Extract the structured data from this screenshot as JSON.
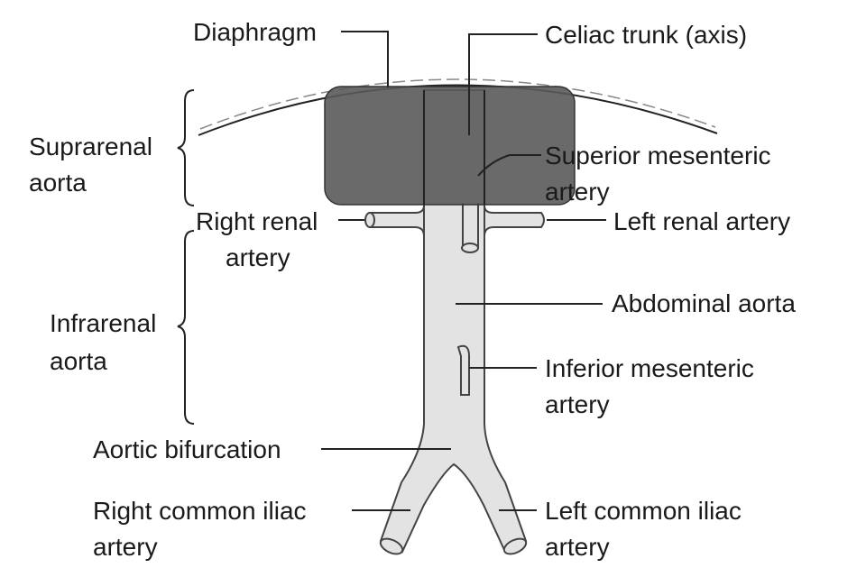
{
  "labels": {
    "diaphragm": "Diaphragm",
    "celiac": "Celiac trunk (axis)",
    "suprarenal_1": "Suprarenal",
    "suprarenal_2": "aorta",
    "sma_1": "Superior mesenteric",
    "sma_2": "artery",
    "right_renal_1": "Right renal",
    "right_renal_2": "artery",
    "left_renal": "Left renal artery",
    "abdominal": "Abdominal aorta",
    "infrarenal_1": "Infrarenal",
    "infrarenal_2": "aorta",
    "ima_1": "Inferior mesenteric",
    "ima_2": "artery",
    "bifurcation": "Aortic bifurcation",
    "right_iliac_1": "Right common iliac",
    "right_iliac_2": "artery",
    "left_iliac_1": "Left common iliac",
    "left_iliac_2": "artery"
  },
  "colors": {
    "vessel": "#e3e3e3",
    "overlay": "#5a5a5a"
  }
}
